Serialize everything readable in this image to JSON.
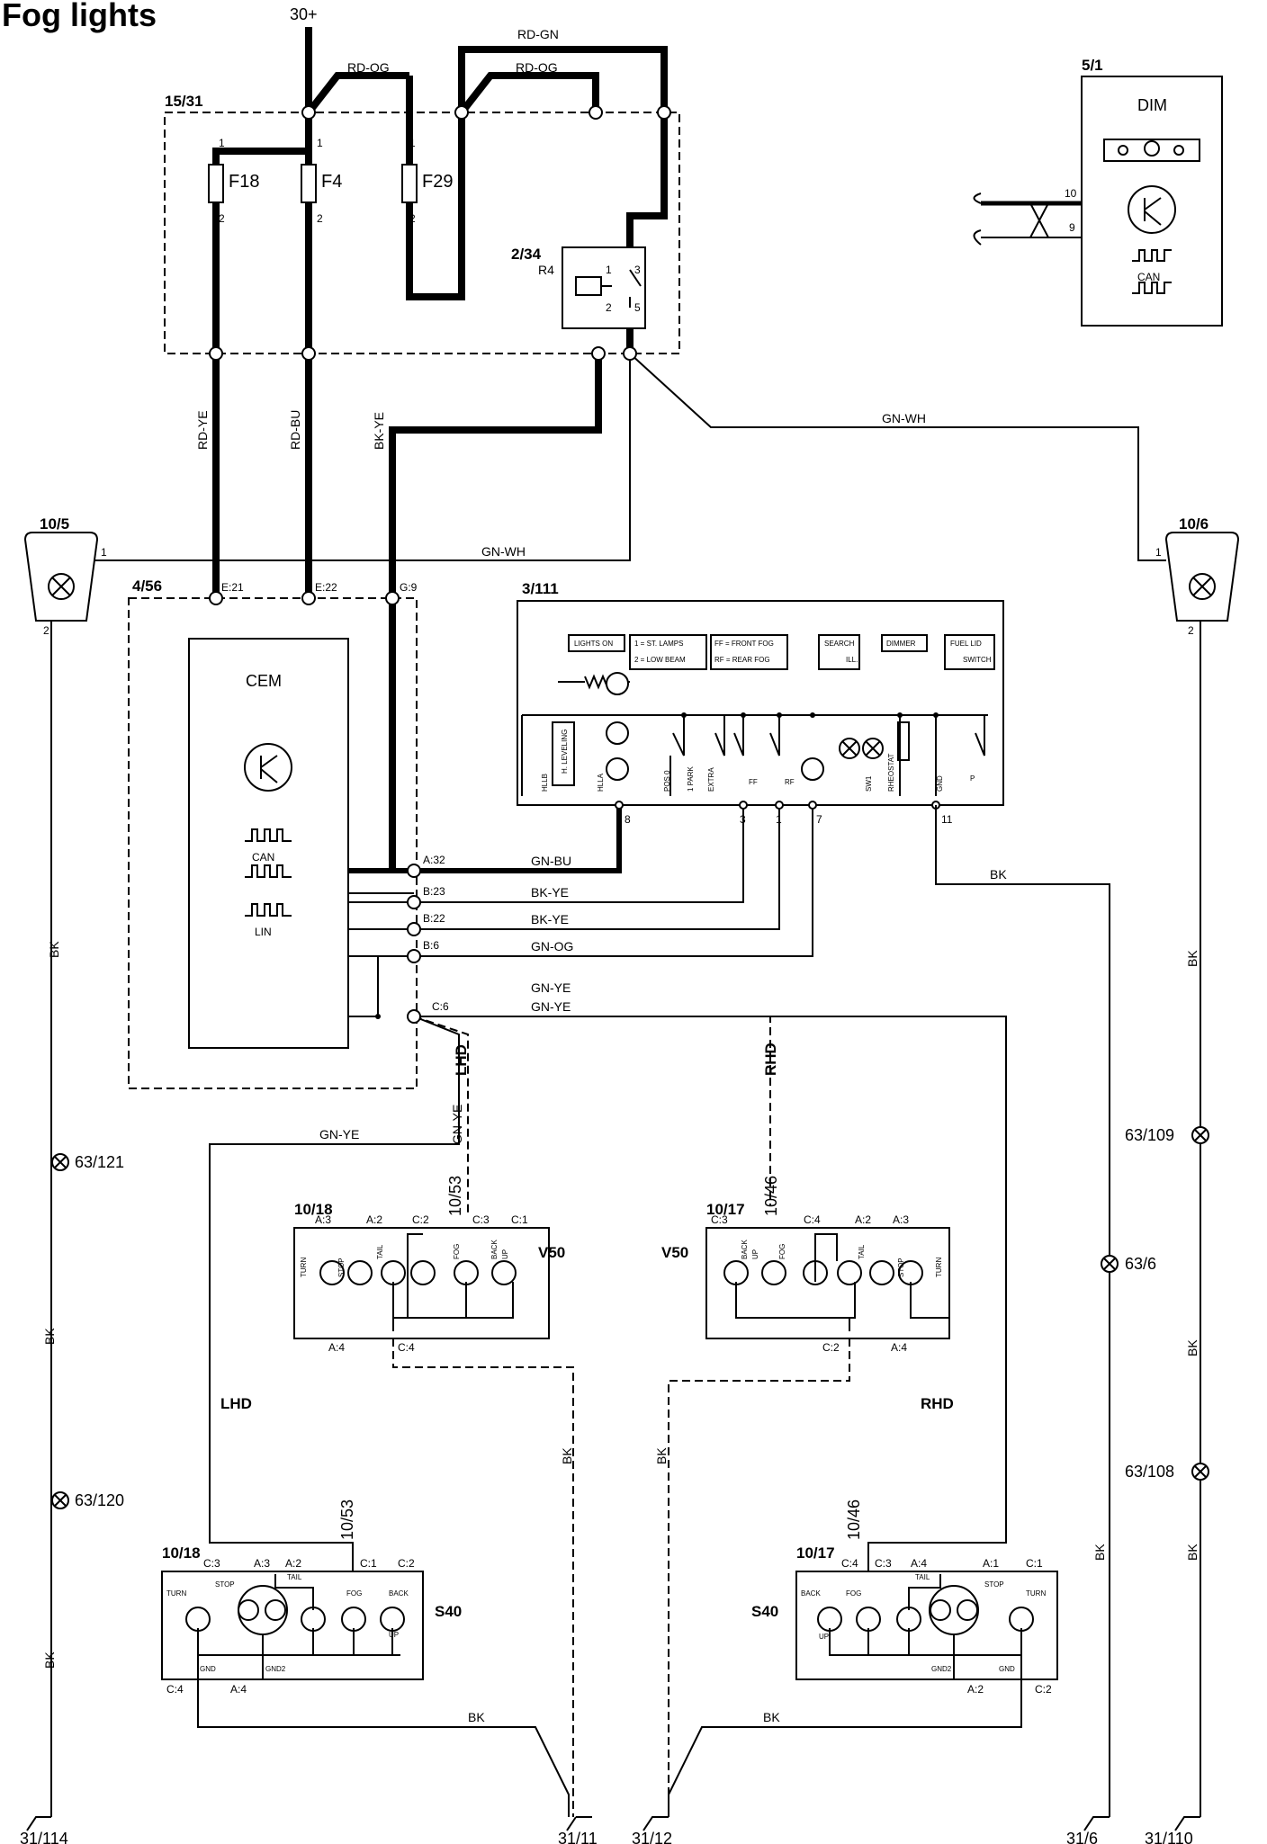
{
  "title": "Fog lights",
  "power": {
    "label": "30+"
  },
  "fusebox": {
    "id": "15/31",
    "fuses": [
      {
        "label": "F18",
        "pin_top": "1",
        "pin_bottom": "2"
      },
      {
        "label": "F4",
        "pin_top": "1",
        "pin_bottom": "2"
      },
      {
        "label": "F29",
        "pin_top": "1",
        "pin_bottom": "2"
      }
    ],
    "relay": {
      "id": "2/34",
      "name": "R4",
      "pins": [
        "1",
        "2",
        "3",
        "5"
      ]
    }
  },
  "dim": {
    "id": "5/1",
    "name": "DIM",
    "can_label": "CAN",
    "pins": [
      "10",
      "9"
    ]
  },
  "cem": {
    "id": "4/56",
    "name": "CEM",
    "can_label": "CAN",
    "lin_label": "LIN",
    "top_pins": [
      "E:21",
      "E:22",
      "G:9"
    ],
    "side_pins": [
      "A:32",
      "B:23",
      "B:22",
      "B:6",
      "C:6"
    ]
  },
  "switch": {
    "id": "3/111",
    "labels": [
      "LIGHTS ON",
      "1 = ST. LAMPS",
      "2 = LOW BEAM",
      "FF = FRONT FOG",
      "RF = REAR FOG",
      "SEARCH",
      "ILL.",
      "DIMMER",
      "FUEL LID",
      "SWITCH"
    ],
    "small_labels": [
      "H. LEVELING",
      "HLLB",
      "HLLA",
      "POS 0",
      "1 PARK",
      "EXTRA",
      "FF",
      "RF",
      "SW1",
      "RHEOSTAT",
      "GND",
      "P"
    ],
    "pins": [
      "8",
      "3",
      "1",
      "7",
      "11"
    ]
  },
  "fog_left": {
    "id": "10/5",
    "pins": [
      "1",
      "2"
    ]
  },
  "fog_right": {
    "id": "10/6",
    "pins": [
      "1",
      "2"
    ]
  },
  "wires": {
    "rd_og": "RD-OG",
    "rd_gn": "RD-GN",
    "rd_ye": "RD-YE",
    "rd_bu": "RD-BU",
    "bk_ye": "BK-YE",
    "gn_wh": "GN-WH",
    "gn_bu": "GN-BU",
    "gn_og": "GN-OG",
    "gn_ye": "GN-YE",
    "bk": "BK"
  },
  "variants": {
    "lhd": "LHD",
    "rhd": "RHD",
    "v50": "V50",
    "s40": "S40"
  },
  "lamps": {
    "v50_left": {
      "id": "10/18",
      "connector": "10/53",
      "pins": [
        "A:3",
        "A:2",
        "C:2",
        "C:3",
        "C:1",
        "A:4",
        "C:4"
      ],
      "labels": [
        "TURN",
        "STOP",
        "TAIL",
        "FOG",
        "BACK",
        "UP"
      ]
    },
    "v50_right": {
      "id": "10/17",
      "connector": "10/46",
      "pins": [
        "C:3",
        "C:4",
        "A:2",
        "A:3",
        "C:2",
        "A:4"
      ],
      "labels": [
        "BACK",
        "UP",
        "FOG",
        "TAIL",
        "STOP",
        "TURN"
      ]
    },
    "s40_left": {
      "id": "10/18",
      "connector": "10/53",
      "pins": [
        "C:3",
        "A:3",
        "A:2",
        "C:1",
        "C:2",
        "C:4",
        "A:4"
      ],
      "labels": [
        "TURN",
        "STOP",
        "TAIL",
        "FOG",
        "BACK",
        "UP",
        "GND",
        "GND2"
      ]
    },
    "s40_right": {
      "id": "10/17",
      "connector": "10/46",
      "pins": [
        "C:4",
        "C:3",
        "A:4",
        "A:1",
        "C:1",
        "A:2",
        "C:2"
      ],
      "labels": [
        "BACK",
        "UP",
        "FOG",
        "TAIL",
        "STOP",
        "TURN",
        "GND2",
        "GND"
      ]
    }
  },
  "splices": [
    "63/121",
    "63/120",
    "63/109",
    "63/6",
    "63/108"
  ],
  "grounds": [
    "31/114",
    "31/11",
    "31/12",
    "31/6",
    "31/110"
  ]
}
